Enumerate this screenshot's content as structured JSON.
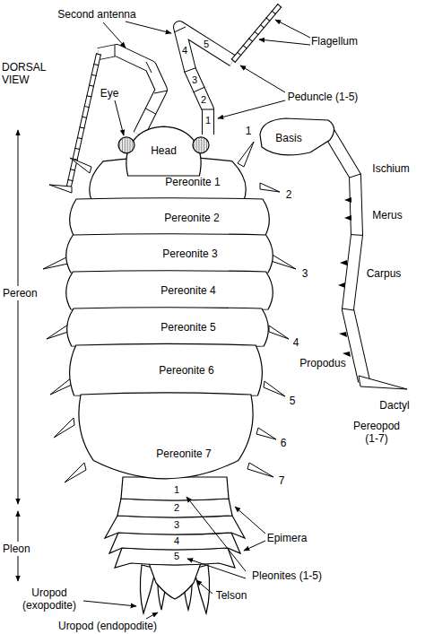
{
  "diagram": {
    "nodes": [
      {
        "text": [
          "Head"
        ]
      },
      {
        "text": [
          "Pereonite 1"
        ]
      },
      {
        "text": [
          "Pereonite 2"
        ]
      },
      {
        "text": [
          "Pereonite 3"
        ]
      },
      {
        "text": [
          "Pereonite 4"
        ]
      },
      {
        "text": [
          "Pereonite 5"
        ]
      },
      {
        "text": [
          "Pereonite 6"
        ]
      },
      {
        "text": [
          "Pereonite 7"
        ]
      }
    ],
    "labels": [
      "DORSAL VIEW",
      "Second antenna",
      "Flagellum",
      "Eye",
      "Peduncle (1-5)",
      "5",
      "4",
      "3",
      "2",
      "1",
      "1",
      "2",
      "3",
      "4",
      "5",
      "6",
      "7",
      "Basis",
      "Ischium",
      "Merus",
      "Carpus",
      "Propodus",
      "Dactyl",
      "Pereopod (1-7)",
      "Pereon",
      "Pleon",
      "Epimera",
      "1",
      "2",
      "3",
      "4",
      "5",
      "Pleonites (1-5)",
      "Uropod (exopodite)",
      "Telson",
      "Uropod (endopodite)"
    ]
  }
}
